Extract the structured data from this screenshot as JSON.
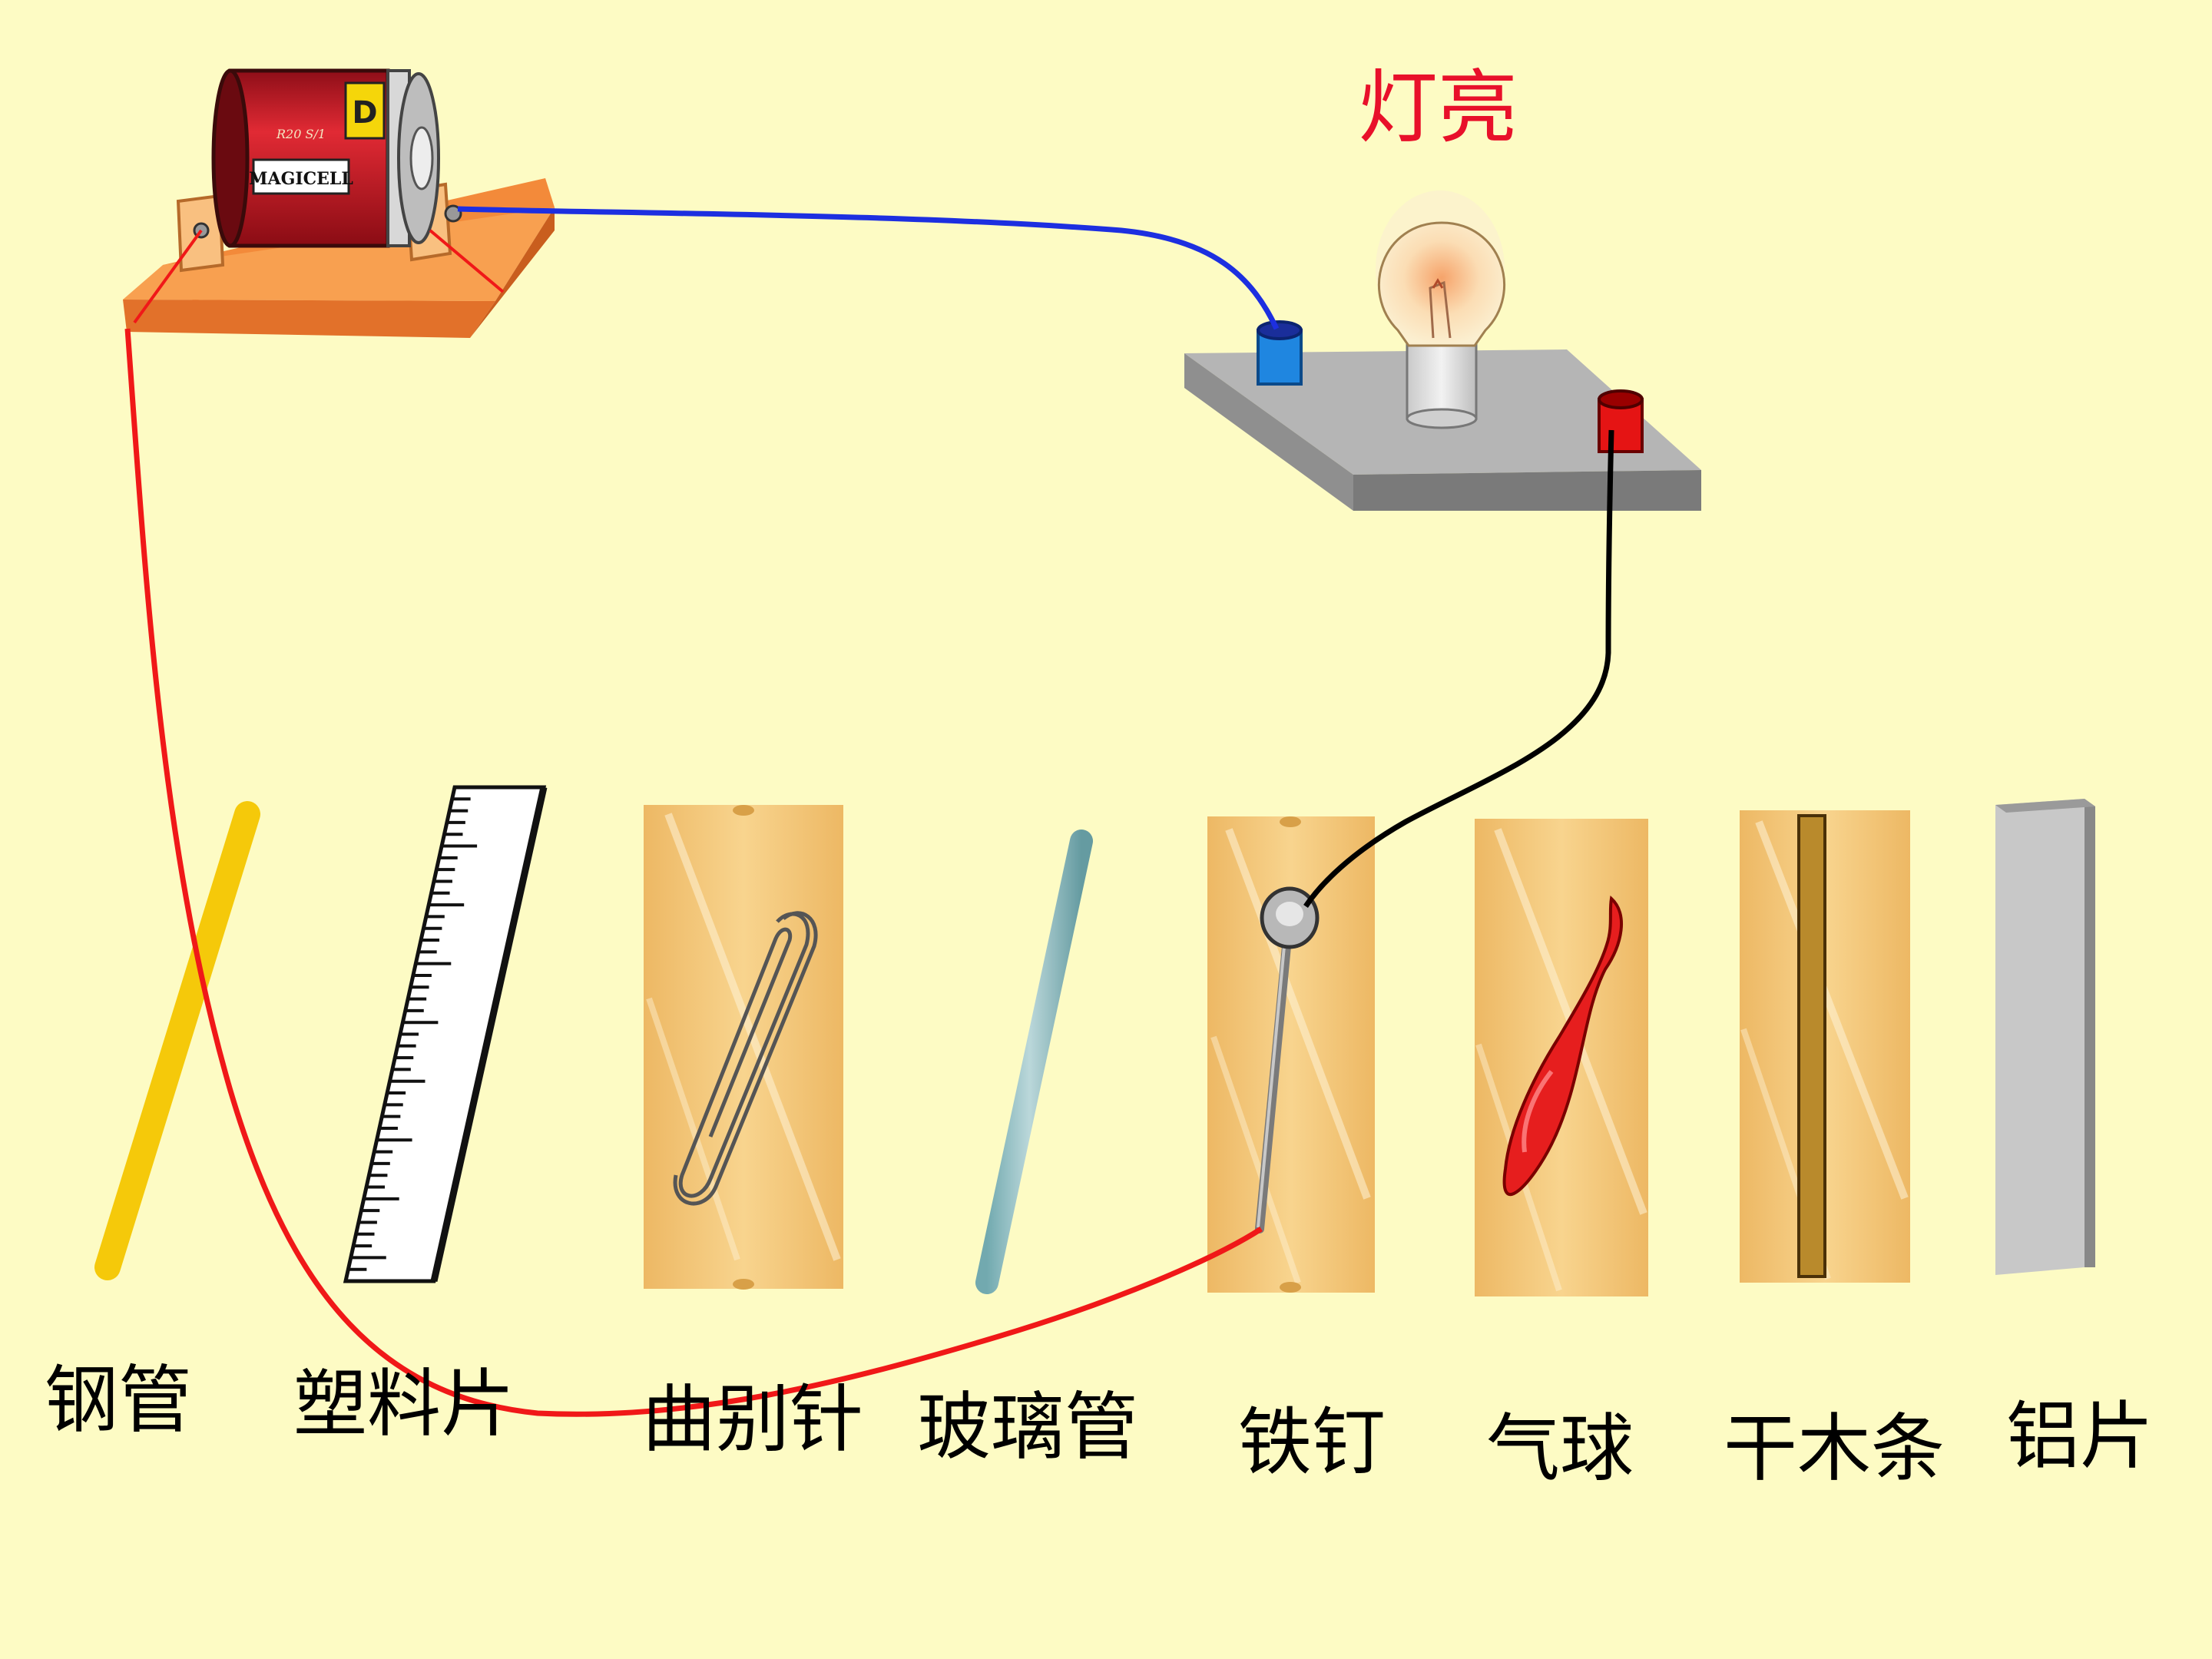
{
  "status": {
    "label": "灯亮"
  },
  "battery": {
    "brand": "MAGICELL",
    "model": "R20 S/1",
    "cap": "D"
  },
  "materials": [
    {
      "id": "steel-pipe",
      "label": "钢管"
    },
    {
      "id": "plastic-ruler",
      "label": "塑料片"
    },
    {
      "id": "paper-clip",
      "label": "曲别针"
    },
    {
      "id": "glass-tube",
      "label": "玻璃管"
    },
    {
      "id": "iron-nail",
      "label": "铁钉"
    },
    {
      "id": "balloon",
      "label": "气球"
    },
    {
      "id": "dry-wood-strip",
      "label": "干木条"
    },
    {
      "id": "aluminum-sheet",
      "label": "铝片"
    }
  ],
  "colors": {
    "background": "#FDFBC4",
    "wire_blue": "#1D2FE0",
    "wire_red": "#F01818",
    "wire_black": "#000000",
    "label_red": "#E8102A"
  }
}
